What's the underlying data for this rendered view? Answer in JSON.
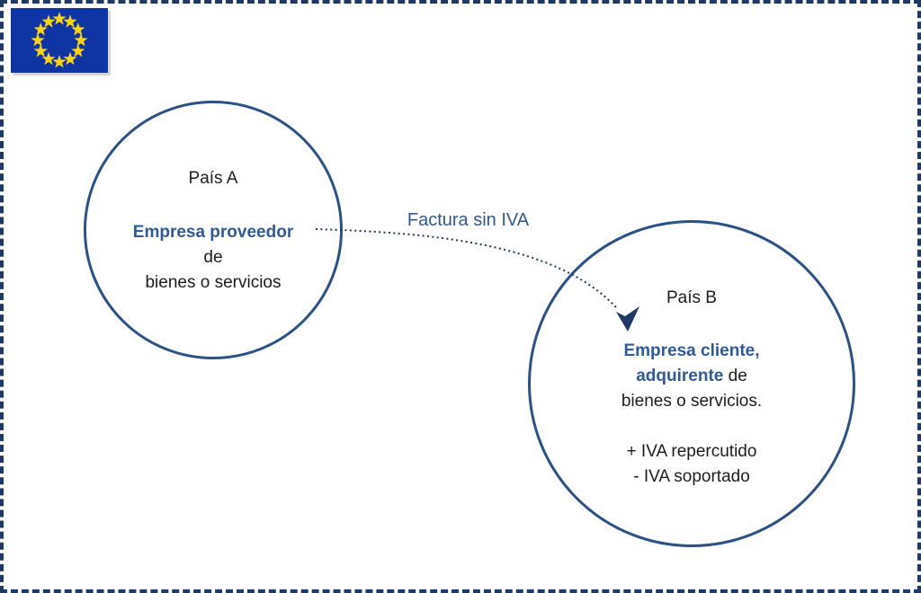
{
  "frame": {
    "background": "#ffffff",
    "border_color": "#1e3a64",
    "border_style": "dashed"
  },
  "eu_flag": {
    "icon": "eu-flag-icon",
    "field_color": "#0f34a3",
    "star_color": "#fdd21a",
    "star_count": 12
  },
  "circle_a": {
    "country": "País A",
    "entity_bold": "Empresa proveedor",
    "entity_line2": "de",
    "entity_line3": "bienes o servicios",
    "stroke_color": "#2b5185"
  },
  "circle_b": {
    "country": "País B",
    "entity_bold_line1": "Empresa cliente,",
    "entity_bold_line2": "adquirente",
    "entity_line2_rest": " de",
    "entity_line3": "bienes o servicios.",
    "vat_line1": "+ IVA repercutido",
    "vat_line2": "- IVA soportado",
    "stroke_color": "#2b5185"
  },
  "arrow": {
    "label": "Factura sin IVA",
    "label_color": "#31598f",
    "line_color": "#1f3864",
    "style": "dotted-curve-with-stealth-arrowhead"
  },
  "colors": {
    "accent_text": "#2e5b97",
    "body_text": "#1c1c1c"
  }
}
